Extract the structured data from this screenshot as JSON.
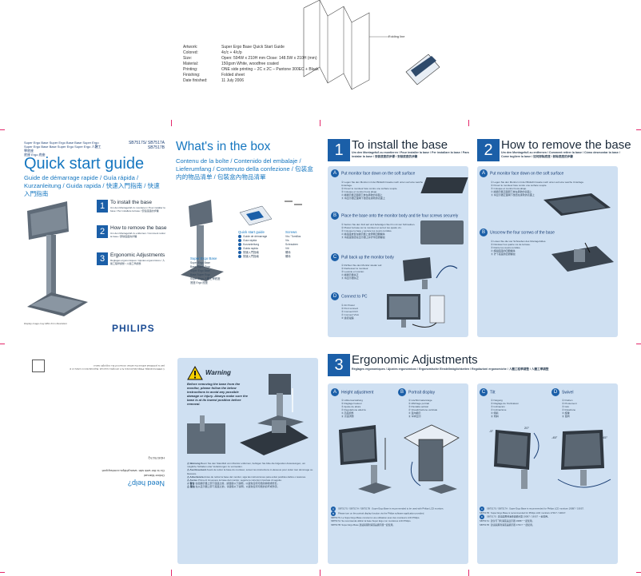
{
  "spec": {
    "rows": [
      {
        "k": "Artwork:",
        "v": "Super Ergo Base Quick Start Guide"
      },
      {
        "k": "Colored:",
        "v": "4c/c + 4/c/p"
      },
      {
        "k": "Size:",
        "v": "Open: 594W x 210H mm    Close: 148.5W x 210H (mm)"
      },
      {
        "k": "Material:",
        "v": "150gsm White, woodfree coated"
      },
      {
        "k": "Printing:",
        "v": "ONE side printing – 2C x 2C – Pantone 300EC + Black"
      },
      {
        "k": "Finishing:",
        "v": "Folded sheet"
      },
      {
        "k": "Date finished:",
        "v": "11 July 2006"
      }
    ],
    "folding_label": "Folding line"
  },
  "cover": {
    "small_left": "Super Ergo Base Super Ergo Base Base Super Ergo",
    "small_left2": "Super Ergo Base Base Super Ergo Super Ergo 人體工學底座",
    "small_left3": "底座 Ergo 底座",
    "model1": "SB7517S/ SB7517A",
    "model2": "SB7517B",
    "title": "Quick start guide",
    "subtitle": "Guide de démarrage rapide / Guía rápida / Kurzanleitung / Guida rapida / 快速入門指南 / 快速入門指南",
    "step1_num": "1",
    "step1": "To install the base",
    "step2_num": "2",
    "step2": "How to remove the base",
    "step3_num": "3",
    "step3": "Ergonomic Adjustments",
    "disclaimer": "Display image may differ from illustration",
    "brand": "PHILIPS"
  },
  "box": {
    "title": "What's in the box",
    "subtitle": "Contenu de la boîte / Contenido del embalaje / Lieferumfang / Contenuto della confezione / 包装盒内的物品清单 / 包裝盒內物品清單",
    "quick_guide": "Quick start guide",
    "screws": "Screws",
    "super_ergo_base": "Super Ergo Base"
  },
  "install": {
    "num": "1",
    "title": "To install the base",
    "sub": "Um den Montagefuß zu montieren / Pour installer la base / Per installare la base / Para instalar la base / 安装底座的步骤 / 安裝底座的步驟",
    "a": "Put monitor face down on the soft surface",
    "b": "Place the base onto the monitor body and tie four screws securely",
    "c": "Pull back up the monitor body",
    "d": "Connect to PC"
  },
  "remove": {
    "num": "2",
    "title": "How to remove the base",
    "sub": "Um den Montagefuß zu entfernen / Comment retirer la base / Cómo desmontar la base / Come togliere la base / 如何卸除底座 / 卸除底座的步驟",
    "a": "Put monitor face down on the soft surface",
    "b": "Unscrew the four screws of the base"
  },
  "ergo": {
    "num": "3",
    "title": "Ergonomic Adjustments",
    "sub": "Réglages ergonomiques / Ajustes ergonómicos / Ergonomische Einstellmöglichkeiten / Regolazioni ergonomiche / 人體工程學調整 / 人體工學調整",
    "a": "Height adjustment",
    "b": "Portrait display",
    "c": "Tilt",
    "d": "Swivel",
    "tilt_angle": "-5°",
    "tilt_angle2": "20°",
    "swivel_left": "-45°",
    "swivel_right": "45°"
  },
  "back": {
    "need_help": "Need help?",
    "help_line1": "Online Manual",
    "help_line2": "Go to the web site: www.philips.com/support",
    "code": "HDS7517Q",
    "warning": "Warning",
    "warning_text": "Before removing the base from the monitor, please follow the below instructions to avoid any possible damage or injury. Always make sure the base is at its lowest position before removal."
  },
  "colors": {
    "accent": "#1b5fa8",
    "light_panel": "#cfe0f2",
    "crop": "#e4286b"
  }
}
